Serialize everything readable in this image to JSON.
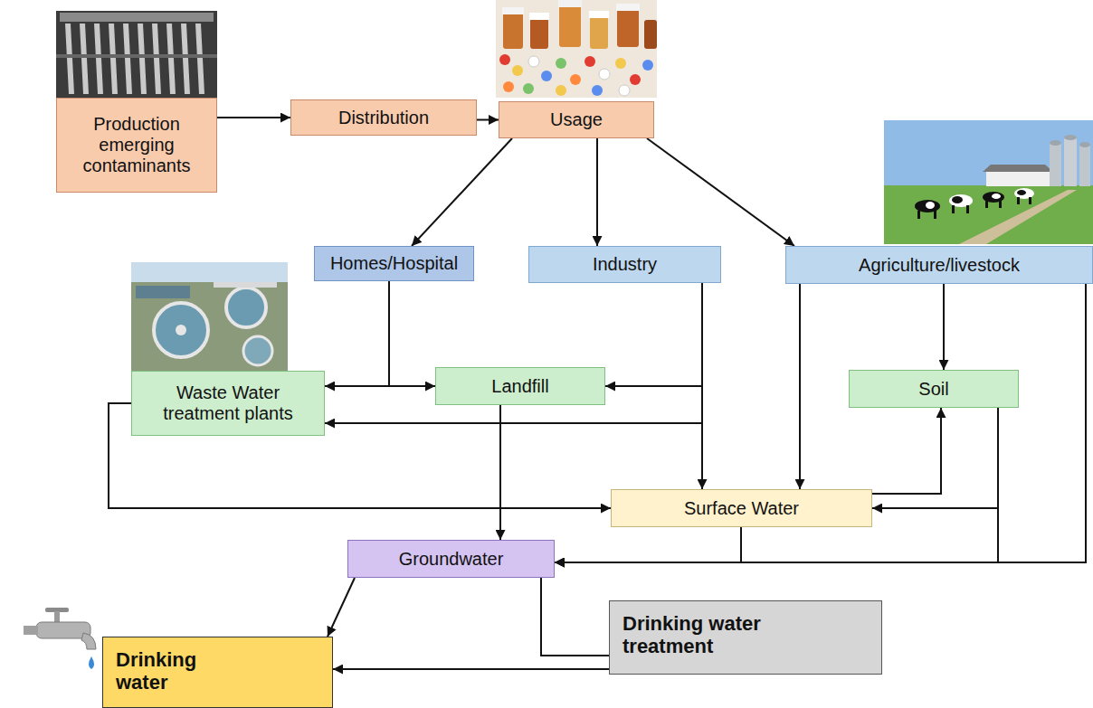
{
  "diagram": {
    "nodes": [
      {
        "text": [
          "Production emerging contaminants"
        ]
      },
      {
        "text": [
          "Distribution"
        ]
      },
      {
        "text": [
          "Usage"
        ]
      },
      {
        "text": [
          "Homes/Hospital"
        ]
      },
      {
        "text": [
          "Industry"
        ]
      },
      {
        "text": [
          "Agriculture/livestock"
        ]
      },
      {
        "text": [
          "Waste Water treatment plants"
        ]
      },
      {
        "text": [
          "Landfill"
        ]
      },
      {
        "text": [
          "Soil"
        ]
      },
      {
        "text": [
          "Surface Water"
        ]
      },
      {
        "text": [
          "Groundwater"
        ]
      },
      {
        "text": [
          "Drinking water treatment"
        ]
      },
      {
        "text": [
          "Drinking water"
        ]
      }
    ],
    "edges": [
      {
        "from": 0,
        "to": 1,
        "arrow": "to"
      },
      {
        "from": 1,
        "to": 2,
        "arrow": "to"
      },
      {
        "from": 2,
        "to": 3,
        "arrow": "to"
      },
      {
        "from": 2,
        "to": 4,
        "arrow": "to"
      },
      {
        "from": 2,
        "to": 5,
        "arrow": "to"
      },
      {
        "from": 3,
        "to": 6,
        "arrow": "to"
      },
      {
        "from": 3,
        "to": 7,
        "arrow": "to"
      },
      {
        "from": 4,
        "to": 7,
        "arrow": "to"
      },
      {
        "from": 4,
        "to": 6,
        "arrow": "to"
      },
      {
        "from": 4,
        "to": 9,
        "arrow": "to"
      },
      {
        "from": 5,
        "to": 9,
        "arrow": "to"
      },
      {
        "from": 5,
        "to": 8,
        "arrow": "to"
      },
      {
        "from": 5,
        "to": 10,
        "arrow": "to"
      },
      {
        "from": 6,
        "to": 9,
        "arrow": "to"
      },
      {
        "from": 7,
        "to": 10,
        "arrow": "to"
      },
      {
        "from": 9,
        "to": 8,
        "arrow": "to"
      },
      {
        "from": 8,
        "to": 9,
        "arrow": "to"
      },
      {
        "from": 8,
        "to": 10,
        "arrow": "to"
      },
      {
        "from": 9,
        "to": 10,
        "arrow": "to"
      },
      {
        "from": 10,
        "to": 12,
        "arrow": "to"
      },
      {
        "from": 10,
        "to": 11,
        "arrow": "none"
      },
      {
        "from": 11,
        "to": 12,
        "arrow": "to"
      }
    ]
  }
}
